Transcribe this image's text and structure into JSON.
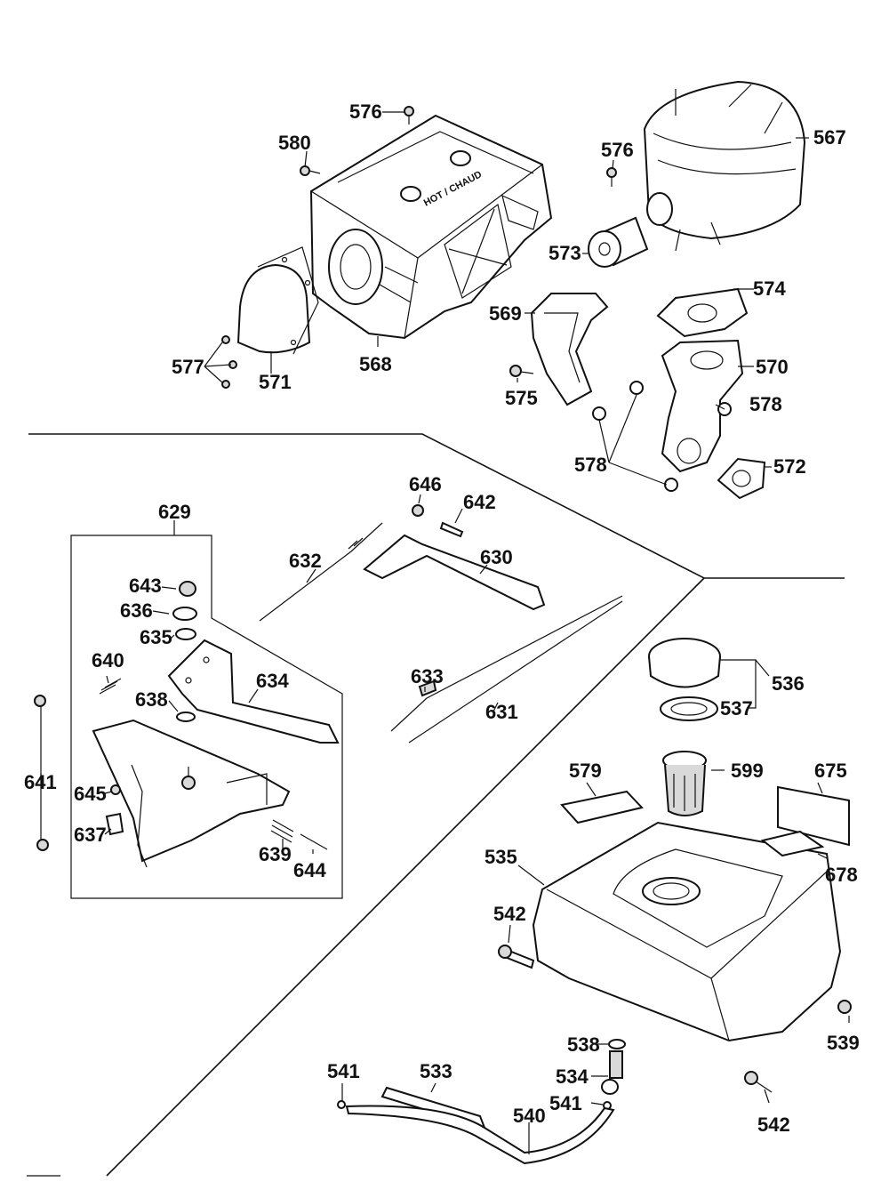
{
  "diagram": {
    "stamp_text": "HOT / CHAUD",
    "part_numbers": {
      "p576a": "576",
      "p580": "580",
      "p567": "567",
      "p576b": "576",
      "p573": "573",
      "p574": "574",
      "p569": "569",
      "p570": "570",
      "p577": "577",
      "p571": "571",
      "p568": "568",
      "p575": "575",
      "p578a": "578",
      "p578b": "578",
      "p572": "572",
      "p646": "646",
      "p642": "642",
      "p629": "629",
      "p632": "632",
      "p630": "630",
      "p643": "643",
      "p636": "636",
      "p635": "635",
      "p640": "640",
      "p634": "634",
      "p638": "638",
      "p633": "633",
      "p631": "631",
      "p536": "536",
      "p537": "537",
      "p641": "641",
      "p645": "645",
      "p637": "637",
      "p639": "639",
      "p644": "644",
      "p579": "579",
      "p599": "599",
      "p675": "675",
      "p535": "535",
      "p678": "678",
      "p542a": "542",
      "p539": "539",
      "p538": "538",
      "p534": "534",
      "p541a": "541",
      "p533": "533",
      "p541b": "541",
      "p540": "540",
      "p542b": "542"
    }
  }
}
